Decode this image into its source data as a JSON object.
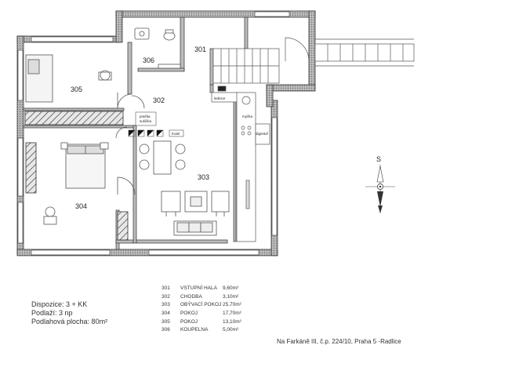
{
  "rooms_on_plan": {
    "r301": "301",
    "r302": "302",
    "r303": "303",
    "r304": "304",
    "r305": "305",
    "r306": "306"
  },
  "fixture_labels": {
    "pracka": "pračka",
    "susicka": "sušička",
    "kotel": "Kotel",
    "lednice": "lednice",
    "mycka": "myčka",
    "digestor": "digestoř"
  },
  "compass": {
    "label": "S"
  },
  "apartment_info": {
    "dispozice": "Dispozice: 3 + KK",
    "podlazi": "Podlaží: 3 np",
    "plocha": "Podlahová plocha: 80m²"
  },
  "room_schedule": [
    {
      "num": "301",
      "name": "VSTUPNÍ HALA",
      "area": "9,60m²"
    },
    {
      "num": "302",
      "name": "CHODBA",
      "area": "3,10m²"
    },
    {
      "num": "303",
      "name": "OBÝVACÍ POKOJ",
      "area": "25,70m²"
    },
    {
      "num": "304",
      "name": "POKOJ",
      "area": "17,70m²"
    },
    {
      "num": "305",
      "name": "POKOJ",
      "area": "13,10m²"
    },
    {
      "num": "306",
      "name": "KOUPELNA",
      "area": "5,00m²"
    }
  ],
  "address": "Na Farkáně III, č.p. 224/10, Praha 5 -Radlice",
  "colors": {
    "wall_fill": "#9a9a9a",
    "wall_stroke": "#333333",
    "furniture": "#555555"
  }
}
